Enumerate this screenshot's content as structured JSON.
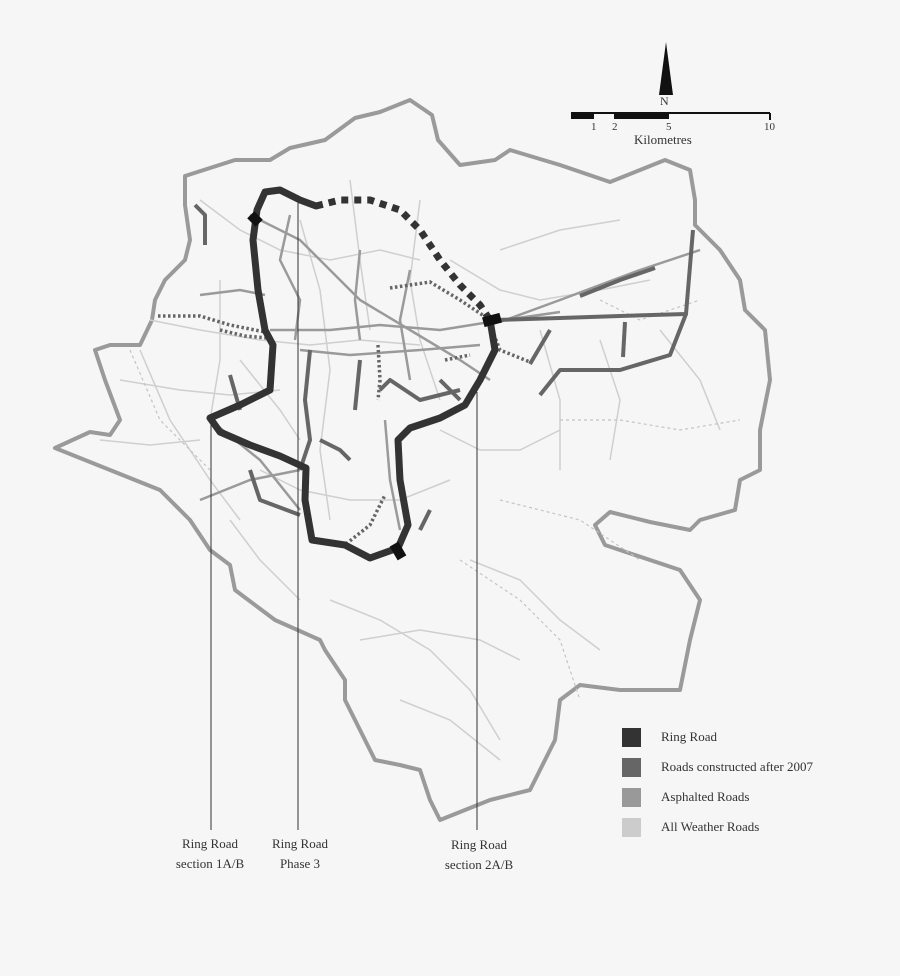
{
  "map": {
    "north_label": "N",
    "scale": {
      "unit_label": "Kilometres",
      "ticks": [
        "1",
        "2",
        "5",
        "10"
      ]
    },
    "callouts": [
      {
        "line1": "Ring Road",
        "line2": "section 1A/B"
      },
      {
        "line1": "Ring Road",
        "line2": "Phase 3"
      },
      {
        "line1": "Ring Road",
        "line2": "section 2A/B"
      }
    ],
    "legend": [
      {
        "label": "Ring Road",
        "color": "#333333"
      },
      {
        "label": "Roads constructed after 2007",
        "color": "#666666"
      },
      {
        "label": "Asphalted Roads",
        "color": "#999999"
      },
      {
        "label": "All Weather Roads",
        "color": "#cccccc"
      }
    ]
  }
}
